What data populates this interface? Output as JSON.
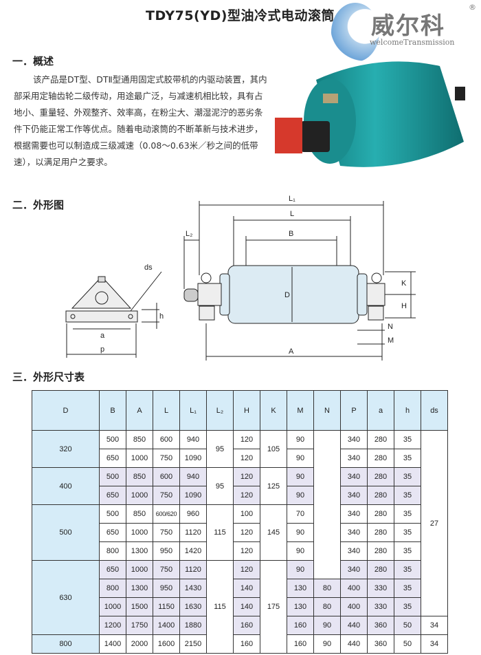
{
  "title": "TDY75(YD)型油冷式电动滚筒",
  "logo": {
    "cn": "威尔科",
    "en": "welcomeTransmission",
    "reg": "®"
  },
  "sections": {
    "overview": {
      "heading": "一．概述",
      "text": "该产品是DT型、DTⅡ型通用固定式胶带机的内驱动装置，其内部采用定轴齿轮二级传动，用途最广泛，与减速机相比较，具有占地小、重量轻、外观整齐、效率高，在粉尘大、潮湿泥泞的恶劣条件下仍能正常工作等优点。随着电动滚筒的不断革新与技术进步，根据需要也可以制造成三级减速（0.08～0.63米／秒之间的低带速），以满足用户之要求。"
    },
    "outline": {
      "heading": "二．外形图"
    },
    "table": {
      "heading": "三．外形尺寸表"
    }
  },
  "diagram_labels": {
    "L1": "L₁",
    "L": "L",
    "B": "B",
    "L2": "L₂",
    "D": "D",
    "K": "K",
    "H": "H",
    "N": "N",
    "M": "M",
    "A": "A",
    "ds": "ds",
    "h": "h",
    "a": "a",
    "p": "p"
  },
  "colors": {
    "header": "#d6ecf8",
    "alt_row": "#e7e5f3",
    "drum": "#1e9c9a"
  },
  "table": {
    "headers": [
      "D",
      "B",
      "A",
      "L",
      "L₁",
      "L₂",
      "H",
      "K",
      "M",
      "N",
      "P",
      "a",
      "h",
      "ds"
    ],
    "groups": [
      {
        "D": "320",
        "L2": "95",
        "K": "105",
        "rows": [
          [
            "500",
            "850",
            "600",
            "940",
            "120",
            "90",
            "340",
            "280",
            "35"
          ],
          [
            "650",
            "1000",
            "750",
            "1090",
            "120",
            "90",
            "340",
            "280",
            "35"
          ]
        ]
      },
      {
        "D": "400",
        "L2": "95",
        "K": "125",
        "rows": [
          [
            "500",
            "850",
            "600",
            "940",
            "120",
            "90",
            "340",
            "280",
            "35"
          ],
          [
            "650",
            "1000",
            "750",
            "1090",
            "120",
            "90",
            "340",
            "280",
            "35"
          ]
        ]
      },
      {
        "D": "500",
        "L2": "115",
        "K": "145",
        "rows": [
          [
            "500",
            "850",
            "600/620",
            "960",
            "100",
            "70",
            "340",
            "280",
            "35"
          ],
          [
            "650",
            "1000",
            "750",
            "1120",
            "120",
            "90",
            "340",
            "280",
            "35"
          ],
          [
            "800",
            "1300",
            "950",
            "1420",
            "120",
            "90",
            "340",
            "280",
            "35"
          ]
        ]
      },
      {
        "D": "630",
        "L2": "115",
        "K": "175",
        "rows": [
          [
            "650",
            "1000",
            "750",
            "1120",
            "120",
            "90",
            "340",
            "280",
            "35"
          ],
          [
            "800",
            "1300",
            "950",
            "1430",
            "140",
            "130",
            "400",
            "330",
            "35"
          ],
          [
            "1000",
            "1500",
            "1150",
            "1630",
            "140",
            "130",
            "400",
            "330",
            "35"
          ],
          [
            "1200",
            "1750",
            "1400",
            "1880",
            "160",
            "160",
            "440",
            "360",
            "50"
          ]
        ]
      },
      {
        "D": "800",
        "L2": null,
        "K": null,
        "rows": [
          [
            "1400",
            "2000",
            "1600",
            "2150",
            "160",
            "160",
            "440",
            "360",
            "50"
          ]
        ]
      }
    ],
    "N_cells": [
      "",
      "80",
      "80",
      "90",
      "90"
    ],
    "ds_cells": [
      "27",
      "34",
      "34"
    ]
  }
}
